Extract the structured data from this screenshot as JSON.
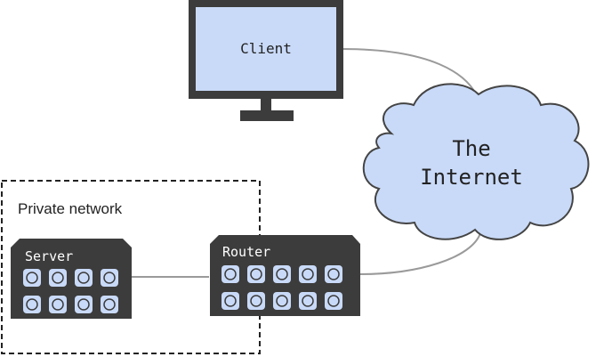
{
  "diagram": {
    "client": {
      "label": "Client"
    },
    "internet": {
      "line1": "The",
      "line2": "Internet"
    },
    "private_network": {
      "label": "Private network"
    },
    "server": {
      "label": "Server",
      "ports_rows": 2,
      "ports_cols": 4
    },
    "router": {
      "label": "Router",
      "ports_rows": 2,
      "ports_cols": 5
    }
  },
  "colors": {
    "device_dark": "#3c3c3c",
    "screen_fill": "#c9daf8",
    "cloud_fill": "#c9daf8",
    "cloud_stroke": "#444444",
    "port_fill": "#c9daf8",
    "line": "#9a9a9a",
    "text": "#222222"
  }
}
